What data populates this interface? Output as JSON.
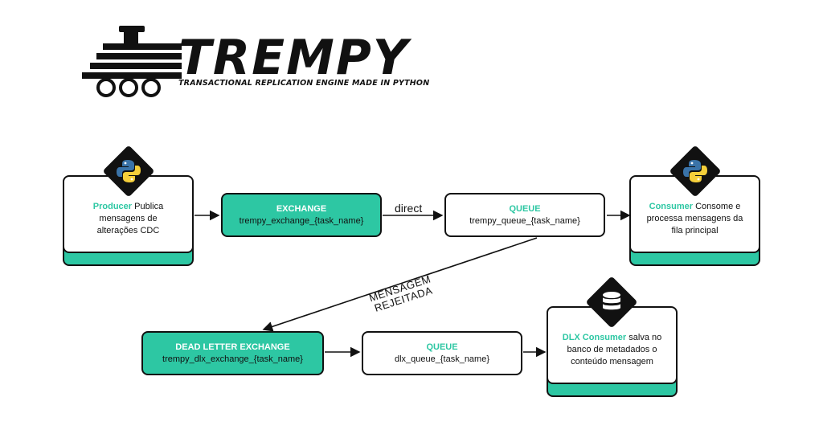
{
  "logo": {
    "title": "TREMPY",
    "subtitle": "TRANSACTIONAL REPLICATION ENGINE MADE IN PYTHON"
  },
  "producer": {
    "title": "Producer",
    "text_1": " Publica",
    "text_2": "mensagens de",
    "text_3": "alterações CDC"
  },
  "exchange": {
    "title": "EXCHANGE",
    "name": "trempy_exchange_{task_name}"
  },
  "edge_direct": "direct",
  "queue": {
    "title": "QUEUE",
    "name": "trempy_queue_{task_name}"
  },
  "consumer": {
    "title": "Consumer",
    "text_1": " Consome e",
    "text_2": "processa mensagens da",
    "text_3": "fila principal"
  },
  "rejected": {
    "line_1": "MENSAGEM",
    "line_2": "REJEITADA"
  },
  "dlx": {
    "title": "DEAD LETTER EXCHANGE",
    "name": "trempy_dlx_exchange_{task_name}"
  },
  "dlx_queue": {
    "title": "QUEUE",
    "name": "dlx_queue_{task_name}"
  },
  "dlx_consumer": {
    "title": "DLX Consumer",
    "text_1": " salva no",
    "text_2": "banco de metadados o",
    "text_3": "conteúdo mensagem"
  },
  "colors": {
    "accent": "#2dc7a3",
    "ink": "#111111",
    "python_blue": "#3a73a8",
    "python_yellow": "#f5cf3a"
  },
  "icons": [
    "locomotive-icon",
    "python-icon",
    "database-icon"
  ]
}
